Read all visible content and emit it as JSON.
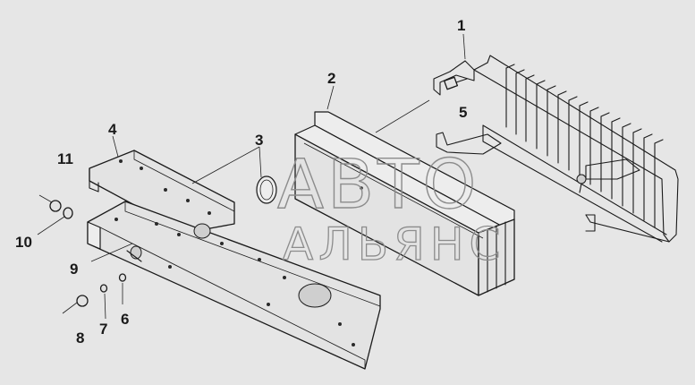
{
  "diagram": {
    "callouts": [
      "1",
      "2",
      "3",
      "4",
      "5",
      "6",
      "7",
      "8",
      "9",
      "10",
      "11"
    ]
  },
  "watermark": {
    "line1": "АВТО",
    "line2": "АЛЬЯНС"
  }
}
